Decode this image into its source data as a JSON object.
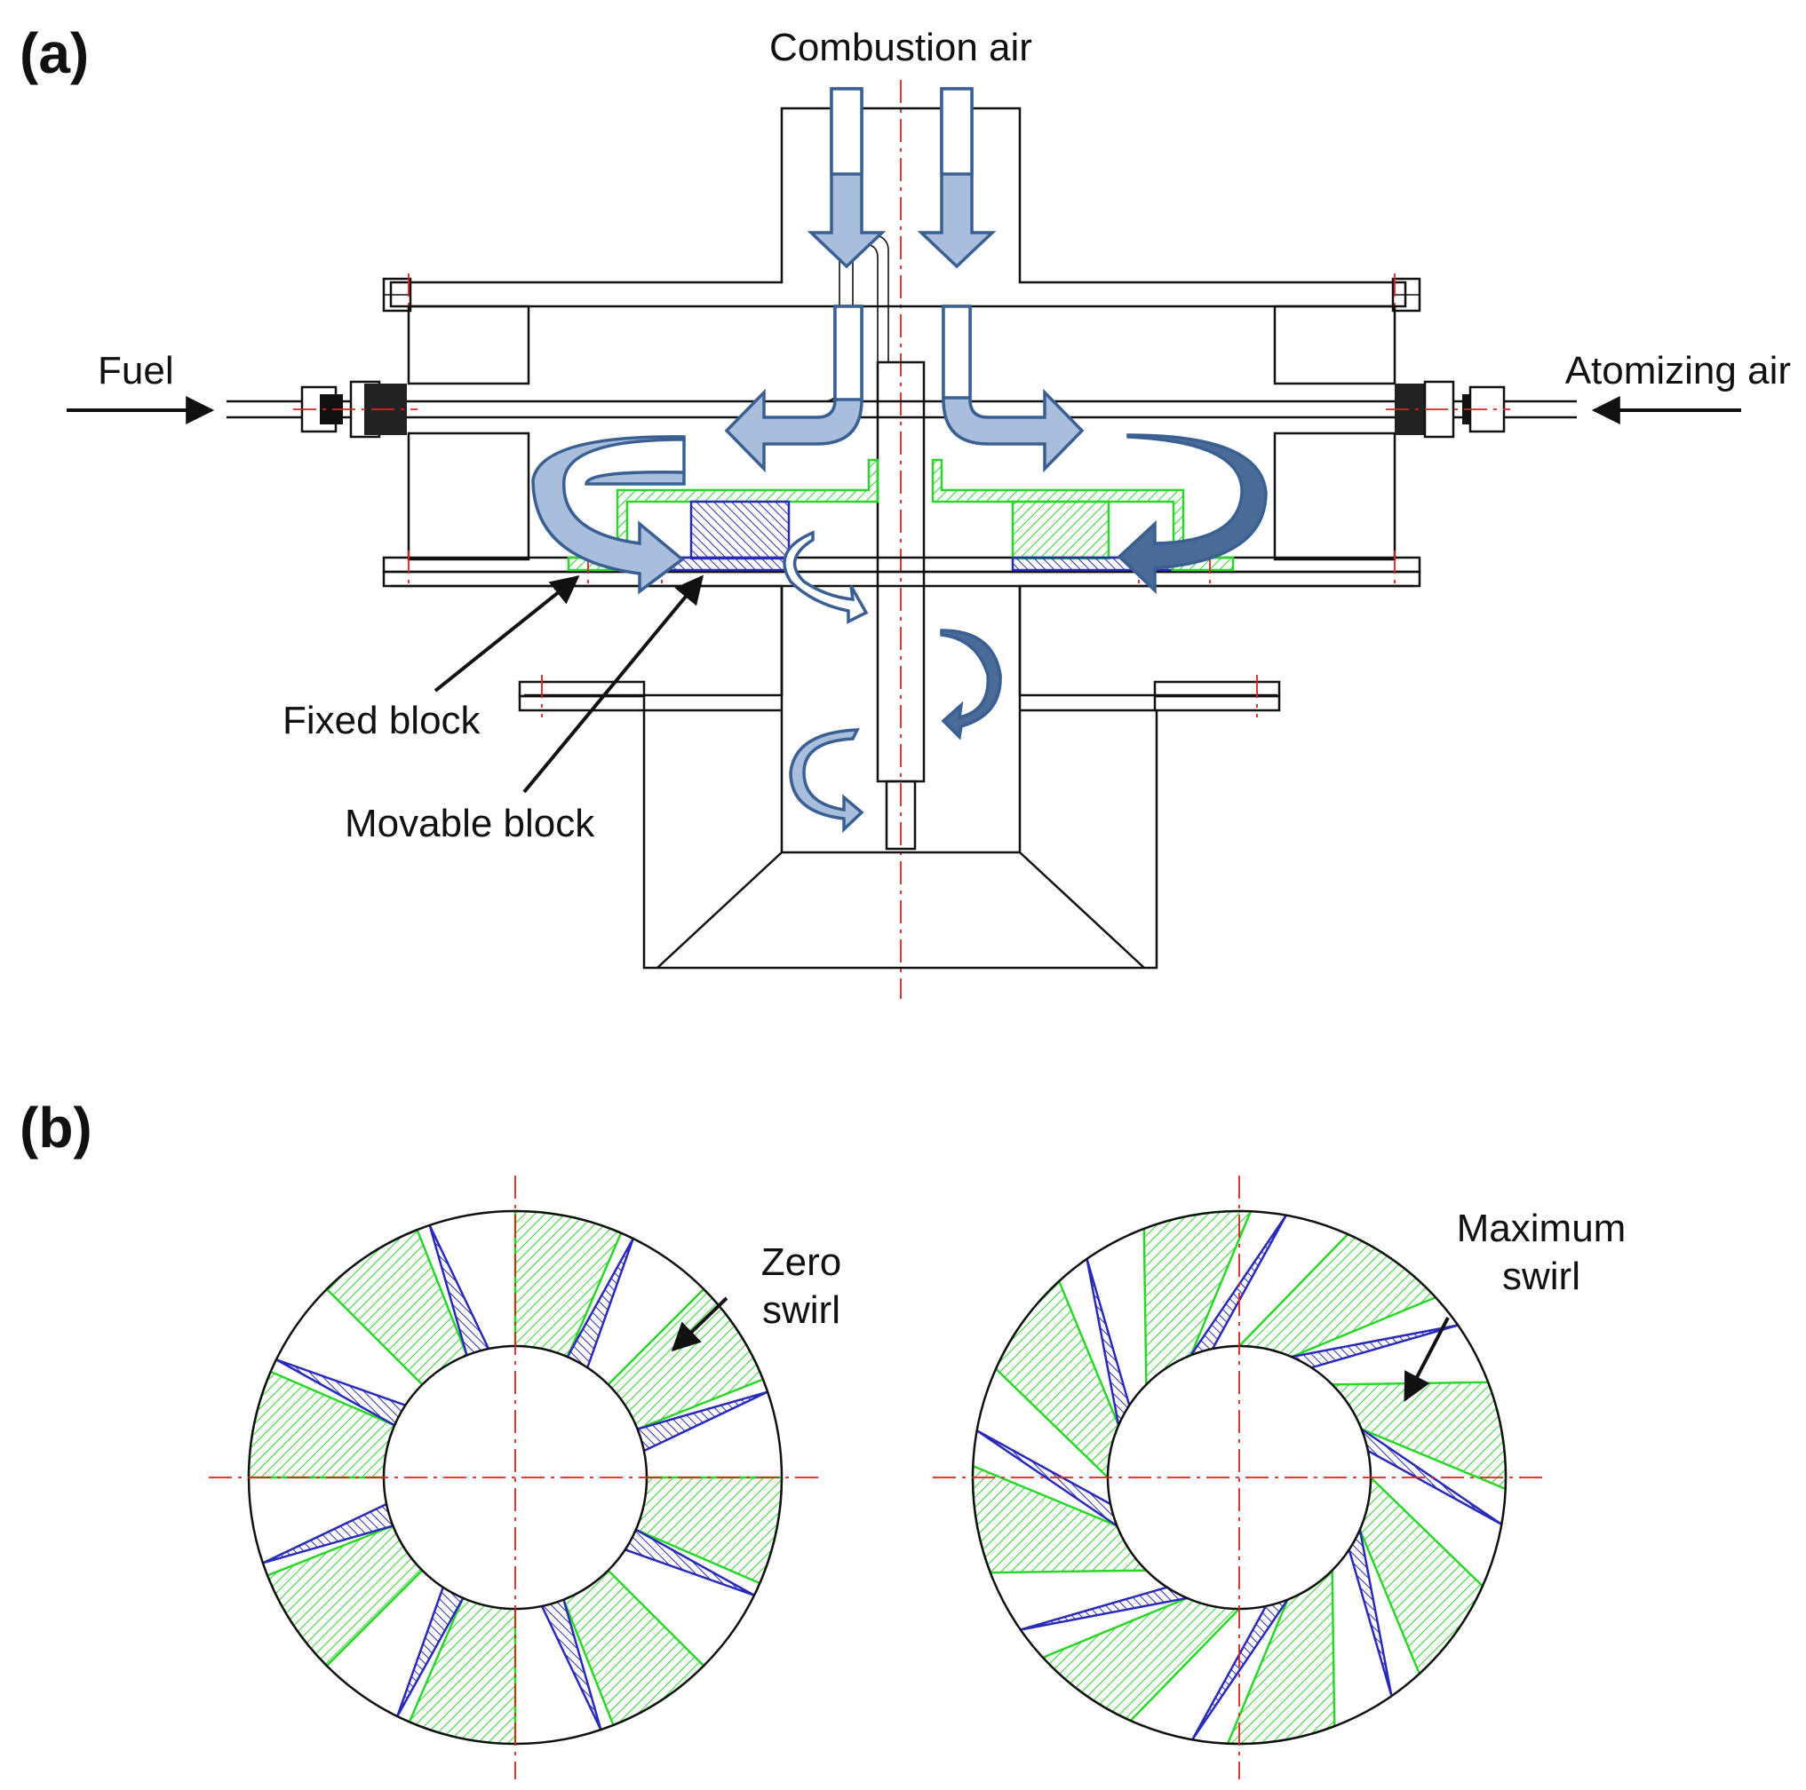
{
  "panels": {
    "a": {
      "label": "(a)",
      "labels": {
        "combustion_air": "Combustion air",
        "fuel": "Fuel",
        "atomizing_air": "Atomizing air",
        "fixed_block": "Fixed block",
        "movable_block": "Movable  block"
      }
    },
    "b": {
      "label": "(b)",
      "left_callout": [
        "Zero",
        "swirl"
      ],
      "right_callout": [
        "Maximum",
        "swirl"
      ]
    }
  },
  "colors": {
    "fixed_block": "#2bd62b",
    "movable_block": "#2a2ab8",
    "flow_arrow": "#a9bedd",
    "centerline": "#e0201e"
  }
}
